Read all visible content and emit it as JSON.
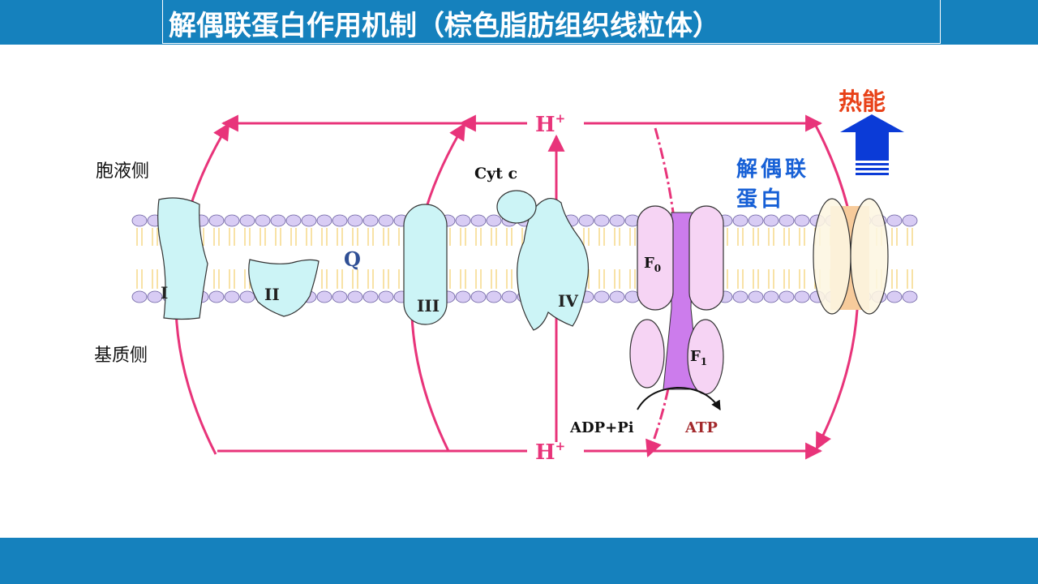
{
  "slide": {
    "title": "解偶联蛋白作用机制（棕色脂肪组织线粒体）"
  },
  "diagram": {
    "side_top": "胞液侧",
    "side_bottom": "基质侧",
    "complexes": {
      "c1": "I",
      "c2": "II",
      "c3": "III",
      "c4": "IV"
    },
    "q": "Q",
    "cytc": "Cyt c",
    "h_top": {
      "base": "H",
      "sup": "+"
    },
    "h_bottom": {
      "base": "H",
      "sup": "+"
    },
    "f0": {
      "base": "F",
      "sub": "0"
    },
    "f1": {
      "base": "F",
      "sub": "1"
    },
    "adp": "ADP+Pi",
    "atp": "ATP",
    "ucp_line1": "解偶联",
    "ucp_line2": "蛋白",
    "heat": "热能",
    "colors": {
      "bar": "#1581bd",
      "arrow_pink": "#e8347a",
      "protein_fill": "#ccf4f6",
      "atp_synthase_fill": "#f6d4f4",
      "stalk_fill": "#cc7cec",
      "ucp_fill": "#fdf6e1",
      "ucp_channel": "#f7cb9b",
      "heat_arrow": "#0b3bd7",
      "heat_text": "#e84118",
      "ucp_text": "#1760d6",
      "atp_text": "#a3292c",
      "lipid_head": "#d8ccf4",
      "lipid_tail": "#f2cf6b"
    }
  }
}
